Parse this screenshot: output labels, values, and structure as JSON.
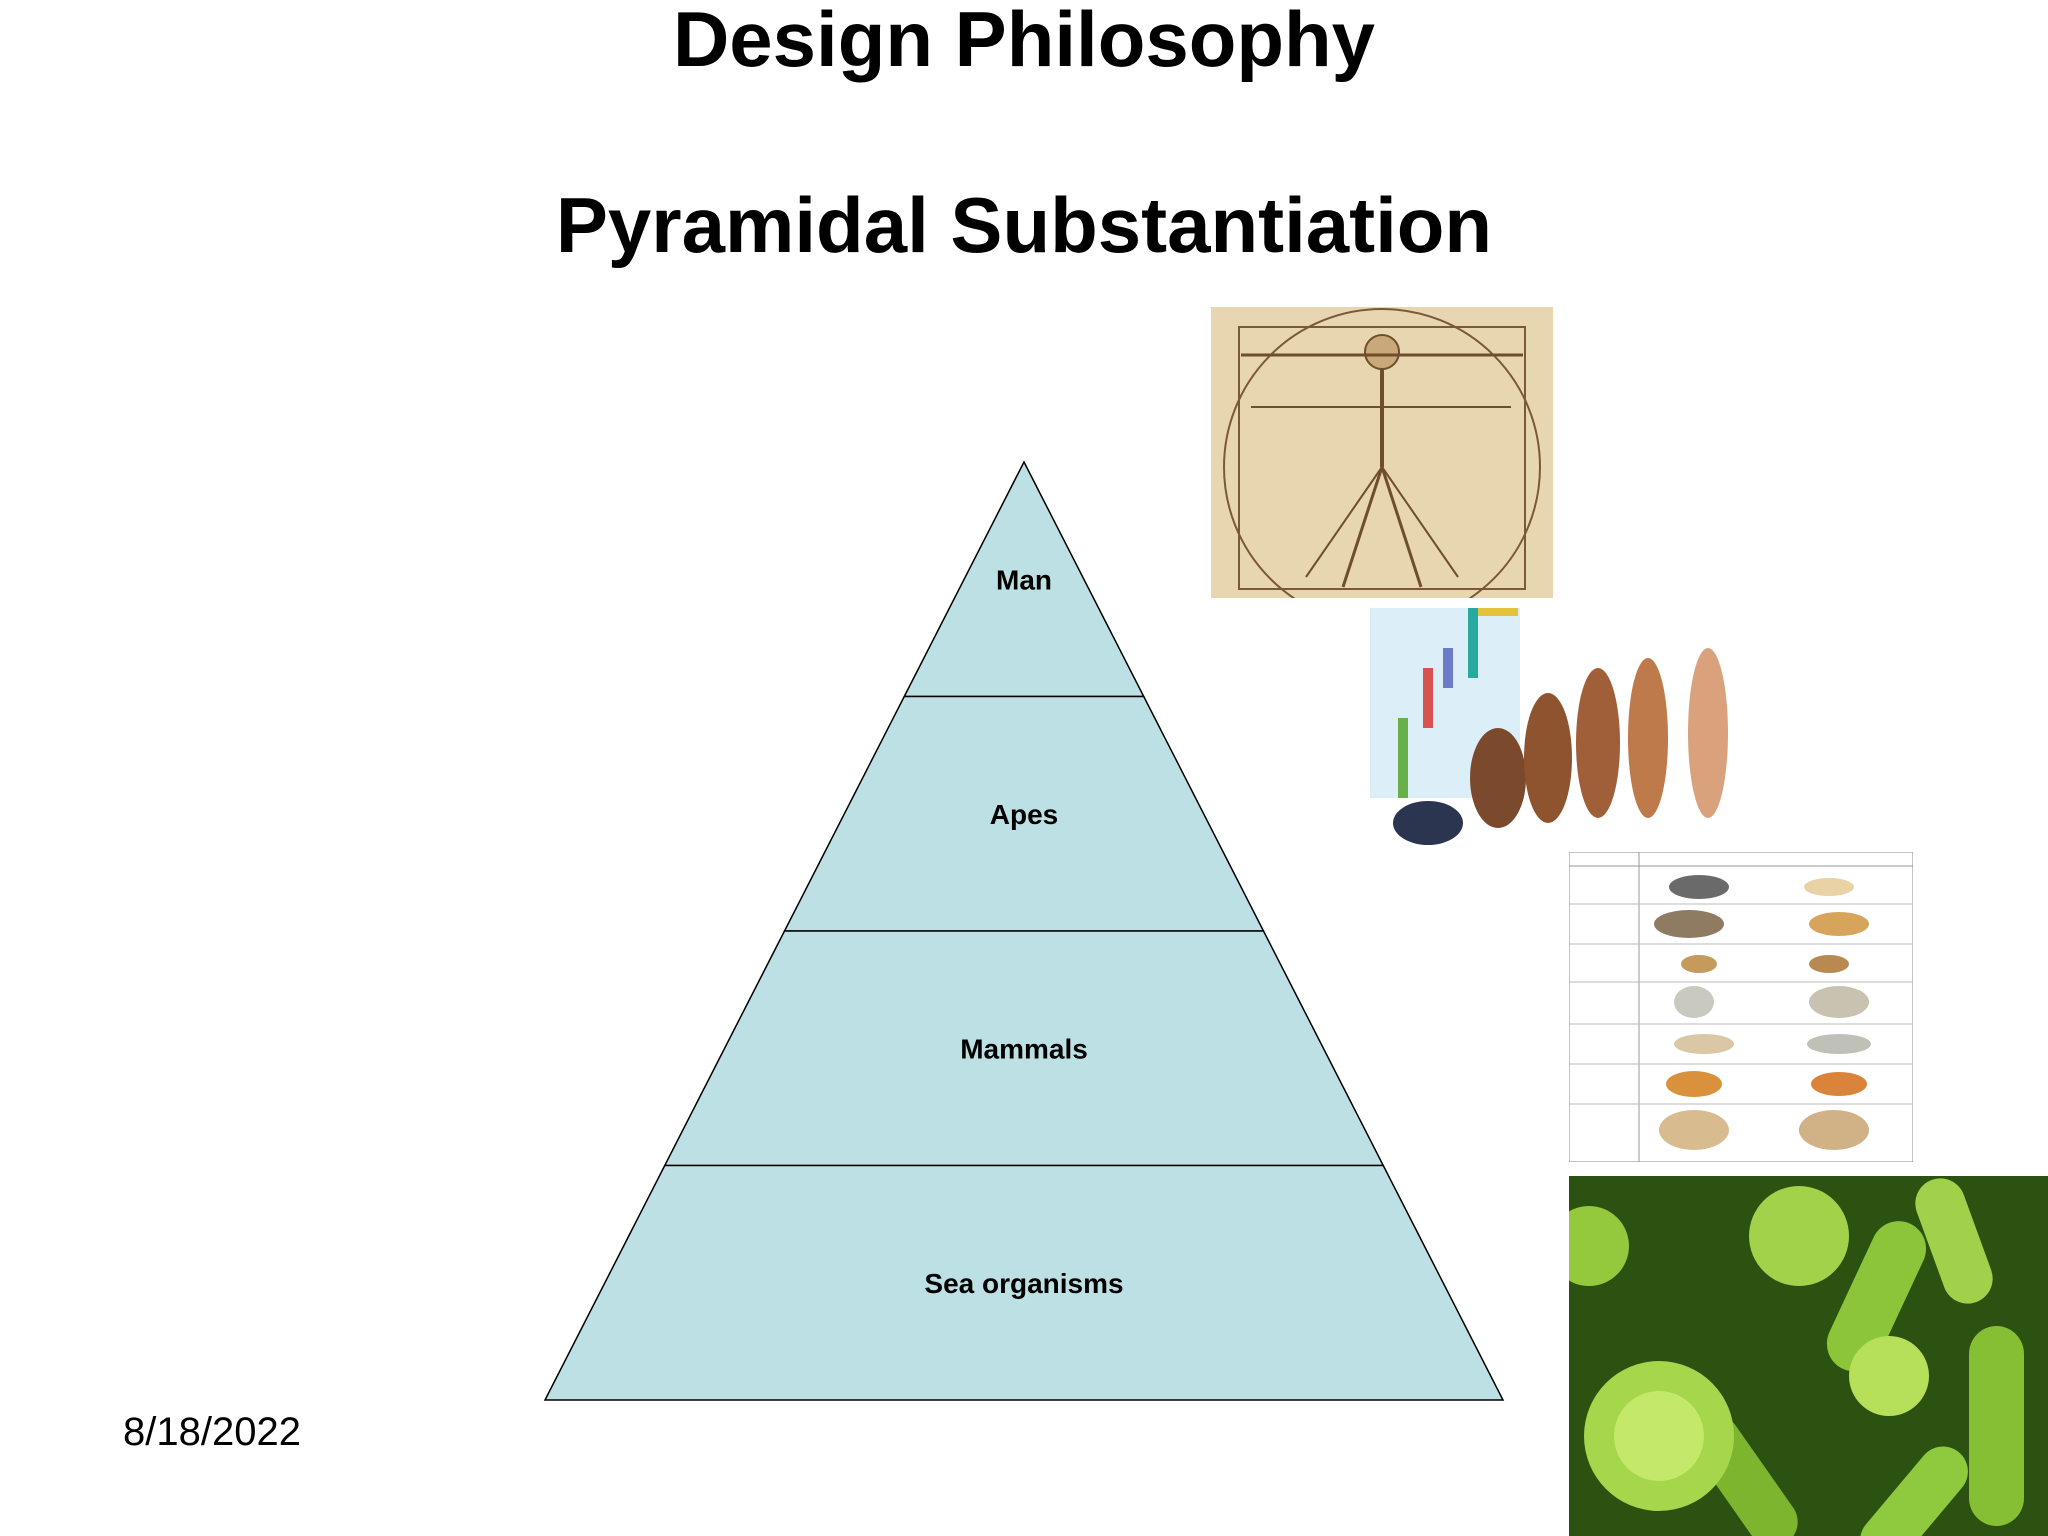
{
  "slide": {
    "title": "Design Philosophy",
    "subtitle": "Pyramidal Substantiation",
    "date": "8/18/2022"
  },
  "pyramid": {
    "fill": "#bde0e4",
    "stroke": "#000000",
    "tiers": [
      {
        "label": "Man"
      },
      {
        "label": "Apes"
      },
      {
        "label": "Mammals"
      },
      {
        "label": "Sea organisms"
      }
    ]
  },
  "images": {
    "vitruvian": "vitruvian-man-drawing",
    "evolution": "human-evolution-illustration",
    "marsupials": "placental-vs-marsupial-table",
    "microbes": "green-bacteria-photo"
  }
}
